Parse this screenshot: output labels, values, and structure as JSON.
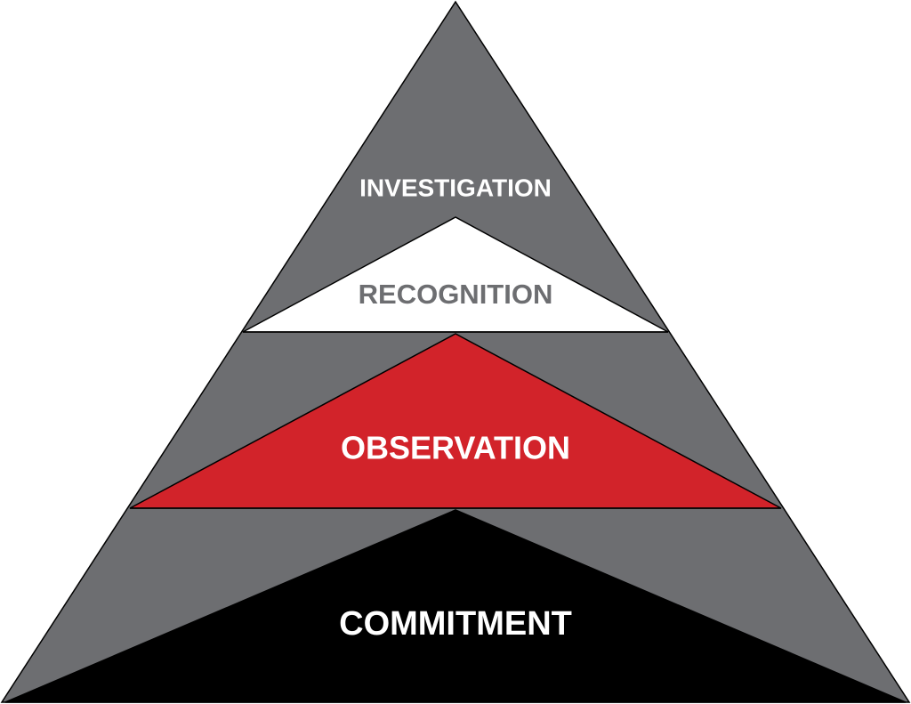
{
  "diagram": {
    "levels": [
      {
        "label": "INVESTIGATION",
        "fill": "#6d6e71",
        "text_color": "#ffffff"
      },
      {
        "label": "RECOGNITION",
        "fill": "#ffffff",
        "text_color": "#6d6e71"
      },
      {
        "label": "OBSERVATION",
        "fill": "#d2232a",
        "text_color": "#ffffff"
      },
      {
        "label": "COMMITMENT",
        "fill": "#000000",
        "text_color": "#ffffff"
      }
    ],
    "outline_color": "#000000",
    "base_fill": "#6d6e71"
  }
}
